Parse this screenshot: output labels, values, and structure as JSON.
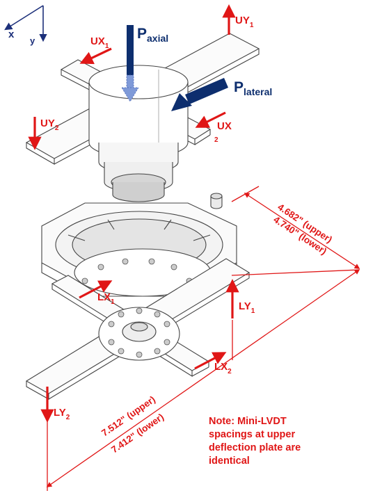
{
  "axes": {
    "x": "x",
    "y": "y"
  },
  "loads": {
    "axial": {
      "base": "P",
      "sub": "axial"
    },
    "lateral": {
      "base": "P",
      "sub": "lateral"
    }
  },
  "sensors": {
    "UY1": {
      "base": "UY",
      "sub": "1"
    },
    "UX1": {
      "base": "UX",
      "sub": "1"
    },
    "UY2": {
      "base": "UY",
      "sub": "2"
    },
    "UX2": {
      "base": "UX",
      "sub": "2"
    },
    "LX1": {
      "base": "LX",
      "sub": "1"
    },
    "LY1": {
      "base": "LY",
      "sub": "1"
    },
    "LX2": {
      "base": "LX",
      "sub": "2"
    },
    "LY2": {
      "base": "LY",
      "sub": "2"
    }
  },
  "dimensions": {
    "short_upper": "4.682\" (upper)",
    "short_lower": "4.740\" (lower)",
    "long_upper": "7.512\" (upper)",
    "long_lower": "7.412\" (lower)"
  },
  "note": {
    "lines": [
      "Note: Mini-LVDT",
      "spacings at upper",
      "deflection plate are",
      "identical"
    ]
  },
  "colors": {
    "annotation": "#e01616",
    "load": "#0d2e6e",
    "load_light": "#7f9ad8",
    "drawing": "#444444"
  }
}
